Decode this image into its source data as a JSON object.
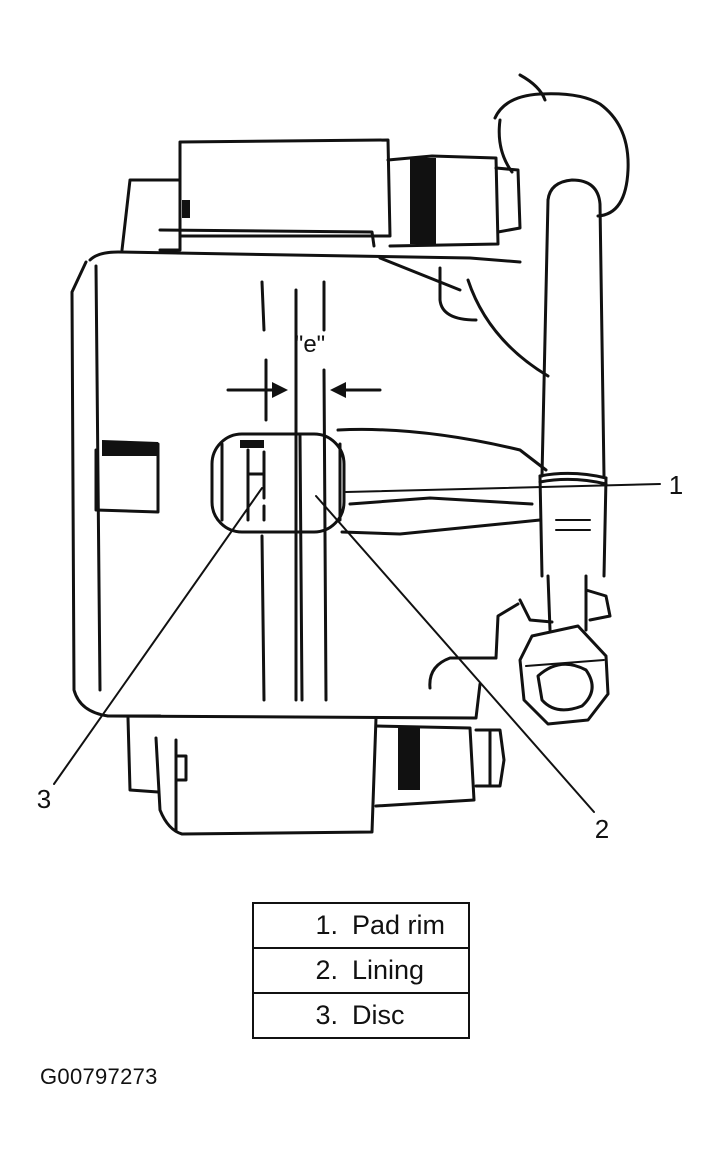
{
  "diagram": {
    "dimension_label": "\"e\"",
    "callouts": [
      {
        "number": "1",
        "target": "Pad rim"
      },
      {
        "number": "2",
        "target": "Lining"
      },
      {
        "number": "3",
        "target": "Disc"
      }
    ],
    "drawing_style": "monochrome line drawing"
  },
  "legend": [
    {
      "num": "1.",
      "label": "Pad rim"
    },
    {
      "num": "2.",
      "label": "Lining"
    },
    {
      "num": "3.",
      "label": "Disc"
    }
  ],
  "figure_id": "G00797273"
}
